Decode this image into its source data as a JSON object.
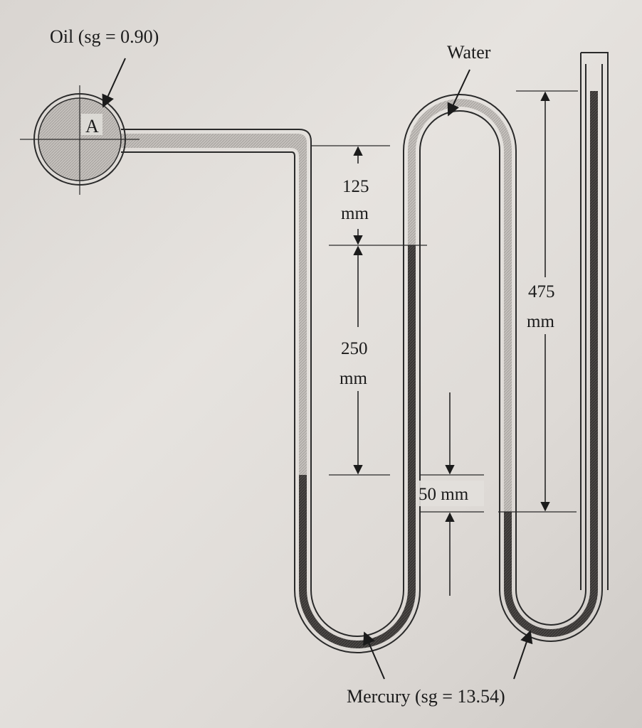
{
  "labels": {
    "oil": "Oil (sg = 0.90)",
    "point_a": "A",
    "water": "Water",
    "mercury": "Mercury (sg = 13.54)"
  },
  "dimensions": {
    "d125_value": "125",
    "d125_unit": "mm",
    "d250_value": "250",
    "d250_unit": "mm",
    "d475_value": "475",
    "d475_unit": "mm",
    "d50": "50 mm"
  },
  "colors": {
    "outline": "#2a2a2a",
    "oil_fill": "#bdb9b5",
    "water_fill": "#b9b6b3",
    "mercury_fill": "#4a4745",
    "background": "#e2dfdb"
  }
}
